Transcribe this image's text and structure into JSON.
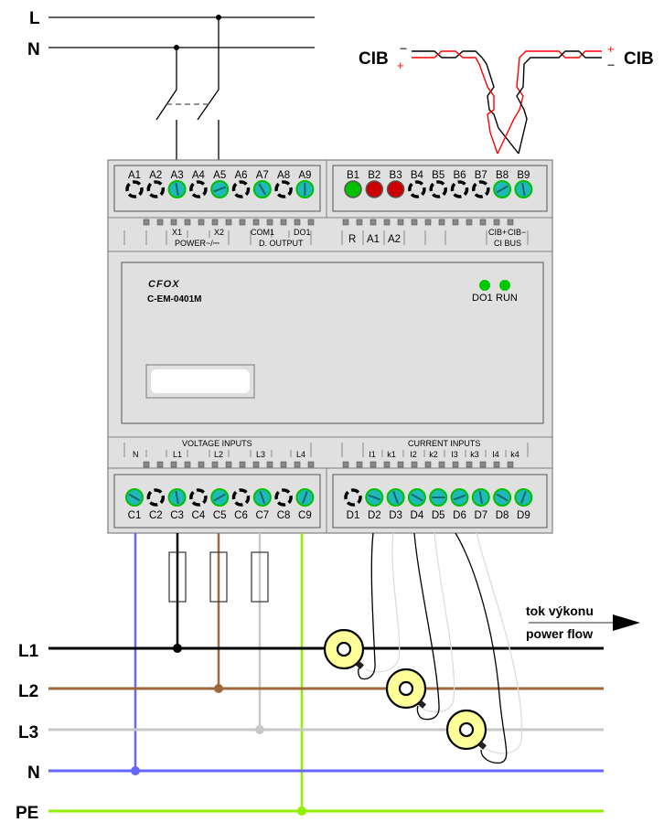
{
  "supply": {
    "lines": [
      {
        "label": "L",
        "color": "#000000"
      },
      {
        "label": "N",
        "color": "#000000"
      }
    ]
  },
  "cib": {
    "left": {
      "label": "CIB",
      "minus": "−",
      "plus": "+"
    },
    "right": {
      "label": "CIB",
      "minus": "−",
      "plus": "+"
    },
    "pair_colors": {
      "negative": "#000000",
      "positive": "#ff0000"
    }
  },
  "device": {
    "brand": "CFOX",
    "model": "C-EM-0401M",
    "leds": [
      {
        "label": "DO1",
        "color": "#00c800"
      },
      {
        "label": "RUN",
        "color": "#00c800"
      }
    ],
    "terminal_blocks": {
      "A": [
        {
          "label": "A1",
          "state": "empty"
        },
        {
          "label": "A2",
          "state": "empty"
        },
        {
          "label": "A3",
          "state": "screw"
        },
        {
          "label": "A4",
          "state": "empty"
        },
        {
          "label": "A5",
          "state": "screw"
        },
        {
          "label": "A6",
          "state": "empty"
        },
        {
          "label": "A7",
          "state": "screw"
        },
        {
          "label": "A8",
          "state": "empty"
        },
        {
          "label": "A9",
          "state": "screw"
        }
      ],
      "B": [
        {
          "label": "B1",
          "state": "led-green"
        },
        {
          "label": "B2",
          "state": "led-red"
        },
        {
          "label": "B3",
          "state": "led-red"
        },
        {
          "label": "B4",
          "state": "empty"
        },
        {
          "label": "B5",
          "state": "empty"
        },
        {
          "label": "B6",
          "state": "empty"
        },
        {
          "label": "B7",
          "state": "empty"
        },
        {
          "label": "B8",
          "state": "screw"
        },
        {
          "label": "B9",
          "state": "screw"
        }
      ],
      "C": [
        {
          "label": "C1",
          "state": "screw"
        },
        {
          "label": "C2",
          "state": "empty"
        },
        {
          "label": "C3",
          "state": "screw"
        },
        {
          "label": "C4",
          "state": "empty"
        },
        {
          "label": "C5",
          "state": "screw"
        },
        {
          "label": "C6",
          "state": "empty"
        },
        {
          "label": "C7",
          "state": "screw"
        },
        {
          "label": "C8",
          "state": "empty"
        },
        {
          "label": "C9",
          "state": "screw"
        }
      ],
      "D": [
        {
          "label": "D1",
          "state": "empty"
        },
        {
          "label": "D2",
          "state": "screw"
        },
        {
          "label": "D3",
          "state": "screw"
        },
        {
          "label": "D4",
          "state": "screw"
        },
        {
          "label": "D5",
          "state": "screw"
        },
        {
          "label": "D6",
          "state": "screw"
        },
        {
          "label": "D7",
          "state": "screw"
        },
        {
          "label": "D8",
          "state": "screw"
        },
        {
          "label": "D9",
          "state": "screw"
        }
      ]
    },
    "top_left_labels": {
      "x1": "X1",
      "x2": "X2",
      "power": "POWER~/⎓",
      "com1": "COM1",
      "do1": "DO1",
      "doutput": "D. OUTPUT"
    },
    "top_right_labels": {
      "r": "R",
      "a1": "A1",
      "a2": "A2",
      "cib_plus": "CIB+",
      "cib_minus": "CIB−",
      "ci_bus": "CI BUS"
    },
    "bottom_left_labels": {
      "title": "VOLTAGE INPUTS",
      "n": "N",
      "l1": "L1",
      "l2": "L2",
      "l3": "L3",
      "l4": "L4"
    },
    "bottom_right_labels": {
      "title": "CURRENT INPUTS",
      "items": [
        "l1",
        "k1",
        "l2",
        "k2",
        "l3",
        "k3",
        "l4",
        "k4"
      ],
      "display": [
        "I1",
        "k1",
        "I2",
        "k2",
        "I3",
        "k3",
        "I4",
        "k4"
      ]
    }
  },
  "grid": {
    "lines": [
      {
        "label": "L1",
        "color": "#000000"
      },
      {
        "label": "L2",
        "color": "#a0683a"
      },
      {
        "label": "L3",
        "color": "#c8c8c8"
      },
      {
        "label": "N",
        "color": "#6666ff"
      },
      {
        "label": "PE",
        "color": "#90ee00"
      }
    ]
  },
  "power_flow": {
    "label_cz": "tok výkonu",
    "label_en": "power flow"
  },
  "colors": {
    "device_body": "#e0e0e0",
    "device_border": "#808080",
    "terminal_screw": "#20b8b8",
    "terminal_ring": "#00c000",
    "ct_fill": "#ffff99"
  }
}
